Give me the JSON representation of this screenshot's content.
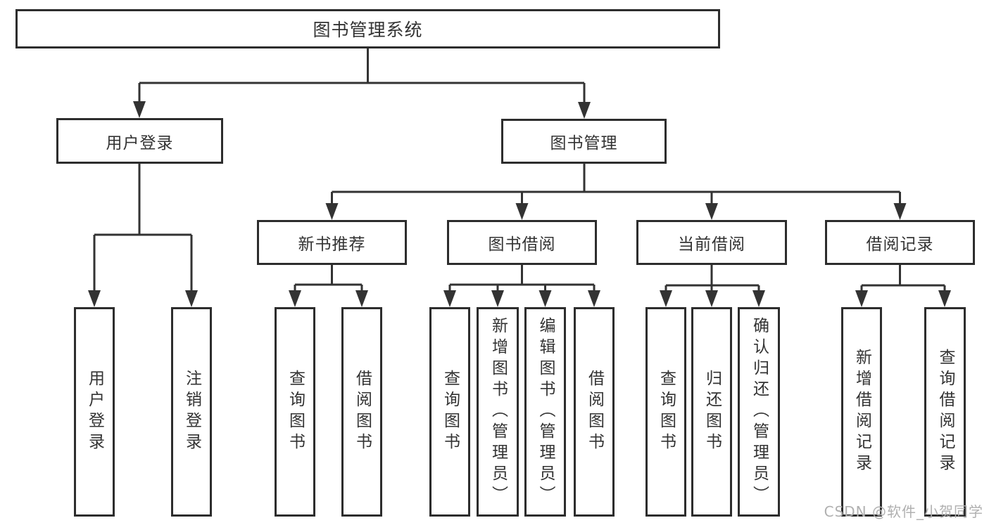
{
  "colors": {
    "line": "#333333",
    "border": "#2d2d2d",
    "boxbg": "#ffffff",
    "text": "#333333",
    "watermark": "#b0b0b0"
  },
  "watermark": {
    "text": "CSDN @软件_小贺同学"
  },
  "tree": {
    "root": {
      "label": "图书管理系统",
      "children": [
        {
          "label": "用户登录",
          "children": [
            {
              "label": "用户登录"
            },
            {
              "label": "注销登录"
            }
          ]
        },
        {
          "label": "图书管理",
          "children": [
            {
              "label": "新书推荐",
              "children": [
                {
                  "label": "查询图书"
                },
                {
                  "label": "借阅图书"
                }
              ]
            },
            {
              "label": "图书借阅",
              "children": [
                {
                  "label": "查询图书"
                },
                {
                  "label": "新增图书（管理员）"
                },
                {
                  "label": "编辑图书（管理员）"
                },
                {
                  "label": "借阅图书"
                }
              ]
            },
            {
              "label": "当前借阅",
              "children": [
                {
                  "label": "查询图书"
                },
                {
                  "label": "归还图书"
                },
                {
                  "label": "确认归还（管理员）"
                }
              ]
            },
            {
              "label": "借阅记录",
              "children": [
                {
                  "label": "新增借阅记录"
                },
                {
                  "label": "查询借阅记录"
                }
              ]
            }
          ]
        }
      ]
    }
  }
}
